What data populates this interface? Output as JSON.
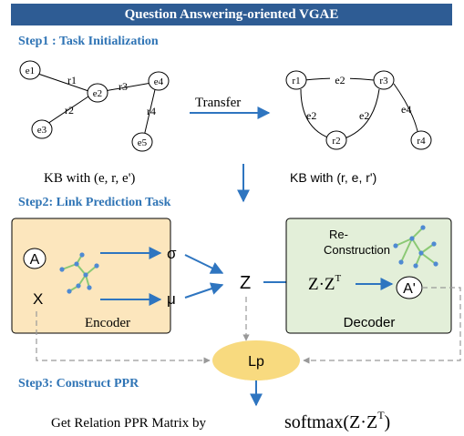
{
  "title": "Question Answering-oriented VGAE",
  "steps": {
    "step1": "Step1 : Task Initialization",
    "step2": "Step2: Link Prediction Task",
    "step3": "Step3: Construct PPR"
  },
  "kb_left": {
    "entities": [
      "e1",
      "e2",
      "e3",
      "e4",
      "e5"
    ],
    "relations": [
      "r1",
      "r2",
      "r3",
      "r4"
    ],
    "caption": "KB with (e, r, e')"
  },
  "transfer_label": "Transfer",
  "kb_right": {
    "relations": [
      "r1",
      "r2",
      "r3",
      "r4"
    ],
    "edge_labels": [
      "e2",
      "e2",
      "e2",
      "e4"
    ],
    "caption": "KB with (r, e, r')"
  },
  "encoder": {
    "input_a": "A",
    "input_x": "X",
    "sigma": "σ",
    "mu": "μ",
    "label": "Encoder"
  },
  "latent": "Z",
  "decoder": {
    "reconstruction_1": "Re-",
    "reconstruction_2": "Construction",
    "product": "Z·Z",
    "product_sup": "T",
    "output": "A'",
    "label": "Decoder"
  },
  "loss": "Lp",
  "ppr": {
    "text": "Get Relation PPR Matrix by ",
    "formula": "softmax(Z·Z",
    "formula_sup": "T",
    "formula_close": ")"
  },
  "colors": {
    "title_bg": "#2e5c94",
    "step_text": "#2f74b5",
    "arrow": "#2e75c0",
    "encoder_bg": "#fce6bd",
    "decoder_bg": "#e3efd9",
    "loss_bg": "#f8da7f",
    "graph_node": "#4f8ad2",
    "graph_edge": "#8bc975"
  }
}
